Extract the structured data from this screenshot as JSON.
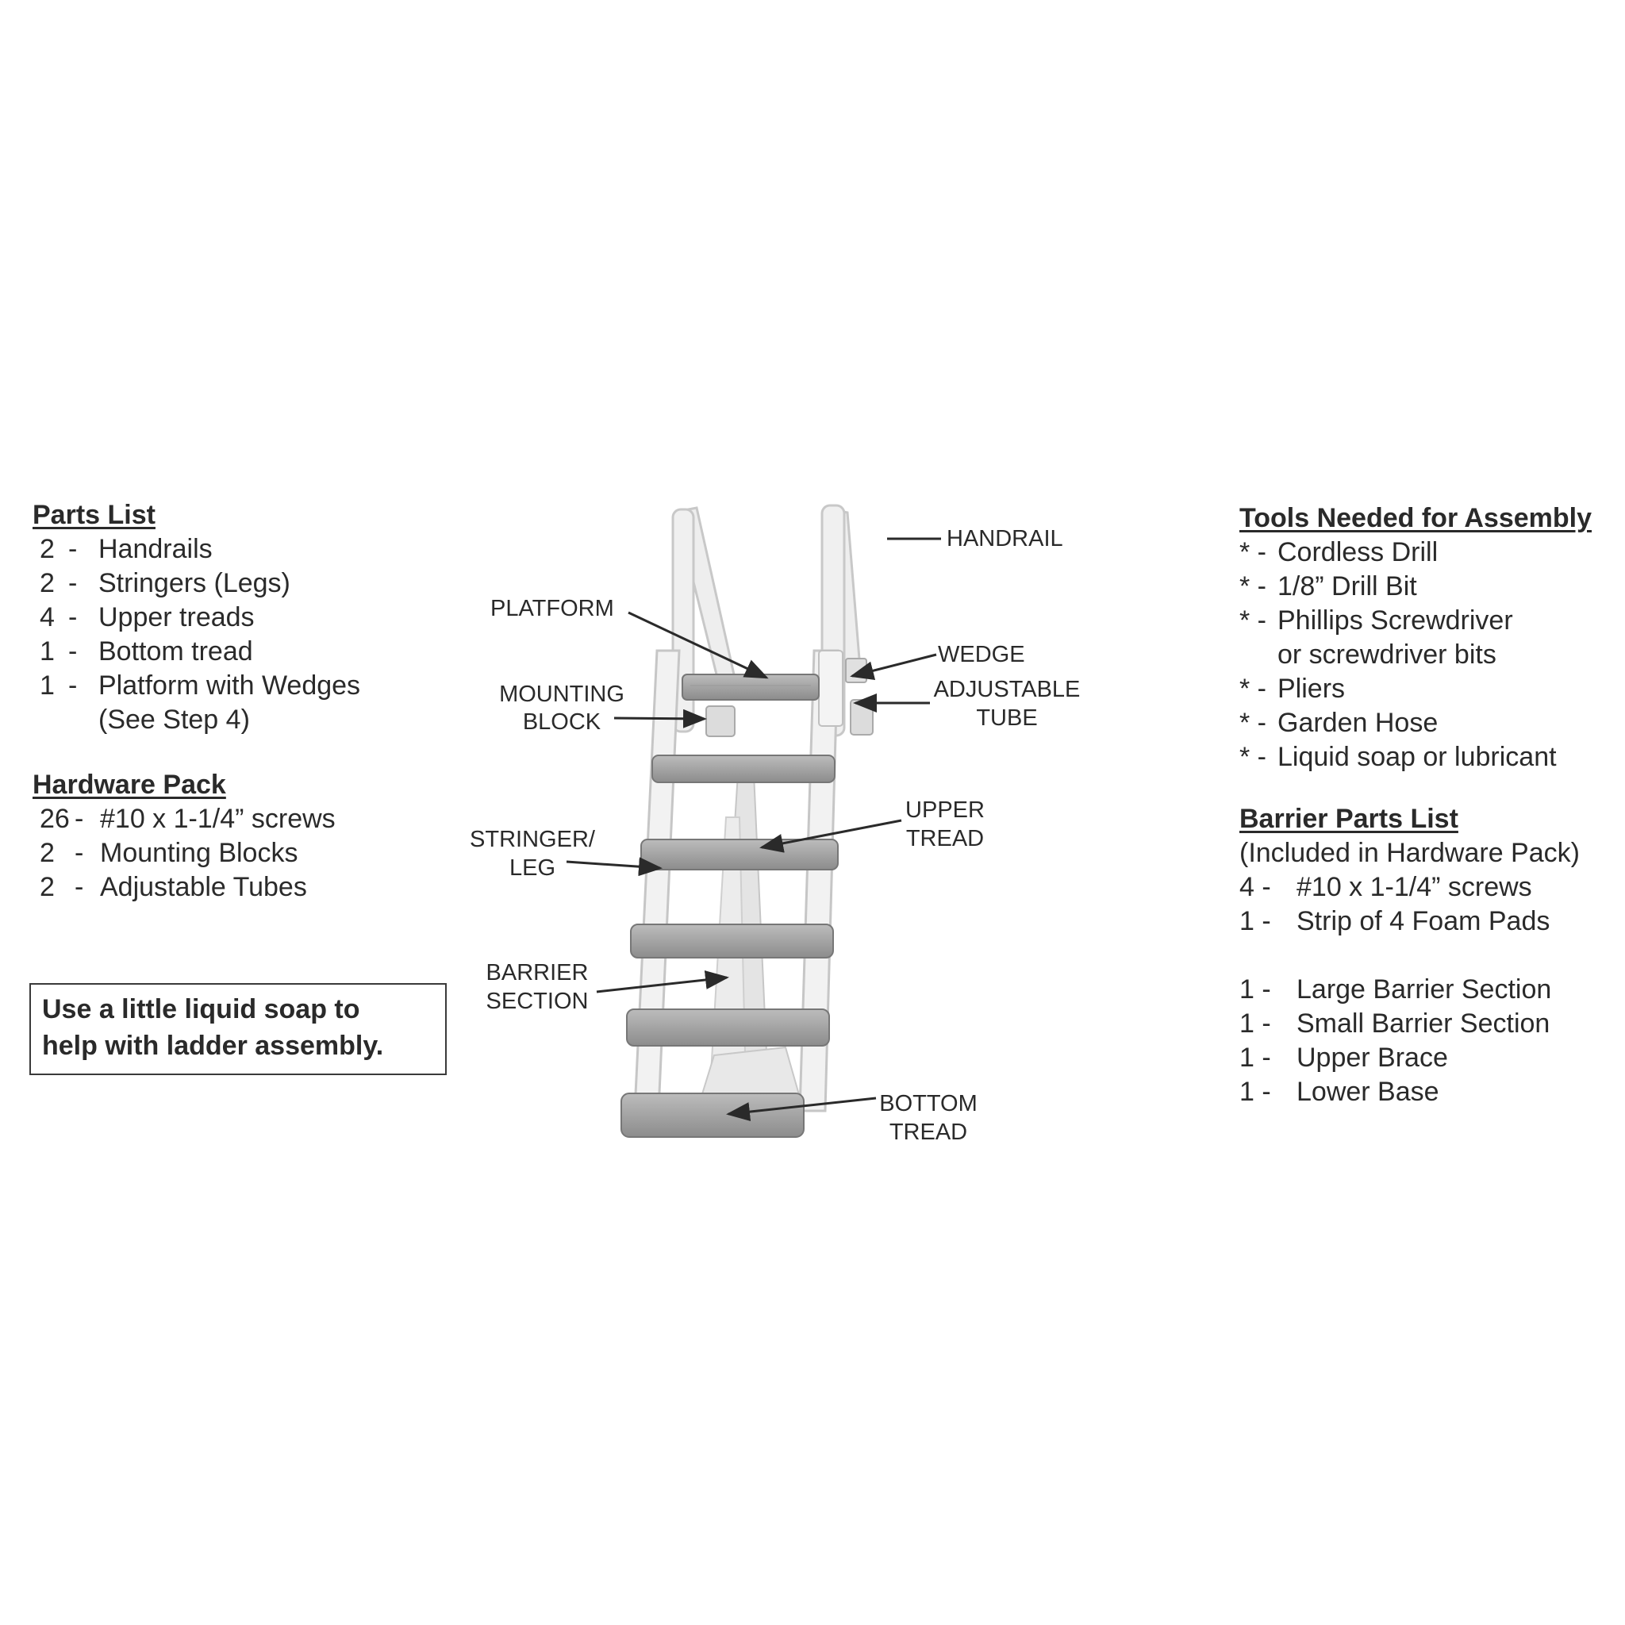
{
  "parts_list": {
    "heading": "Parts List",
    "items": [
      {
        "qty": "2",
        "label": "Handrails"
      },
      {
        "qty": "2",
        "label": "Stringers (Legs)"
      },
      {
        "qty": "4",
        "label": "Upper treads"
      },
      {
        "qty": "1",
        "label": "Bottom tread"
      },
      {
        "qty": "1",
        "label": "Platform with Wedges"
      }
    ],
    "note": "(See Step 4)"
  },
  "hardware_pack": {
    "heading": "Hardware Pack",
    "items": [
      {
        "qty": "26",
        "label": "#10 x 1-1/4” screws"
      },
      {
        "qty": "2",
        "label": "Mounting Blocks"
      },
      {
        "qty": "2",
        "label": "Adjustable Tubes"
      }
    ]
  },
  "tip": "Use a little liquid soap to\nhelp with ladder assembly.",
  "tools": {
    "heading": "Tools Needed for Assembly",
    "items": [
      "Cordless Drill",
      "1/8” Drill Bit",
      "Phillips Screwdriver",
      "Pliers",
      "Garden Hose",
      "Liquid soap or lubricant"
    ],
    "continuation": "or screwdriver bits"
  },
  "barrier_parts": {
    "heading": "Barrier Parts List",
    "subheading": "(Included in Hardware Pack)",
    "items": [
      {
        "qty": "4 -",
        "label": "#10 x 1-1/4” screws"
      },
      {
        "qty": "1 -",
        "label": "Strip of 4 Foam Pads"
      },
      {
        "qty": "1 -",
        "label": "Large Barrier Section"
      },
      {
        "qty": "1 -",
        "label": "Small Barrier Section"
      },
      {
        "qty": "1 -",
        "label": "Upper Brace"
      },
      {
        "qty": "1 -",
        "label": "Lower Base"
      }
    ]
  },
  "callouts": {
    "handrail": "HANDRAIL",
    "platform": "PLATFORM",
    "wedge": "WEDGE",
    "mounting_block": [
      "MOUNTING",
      "BLOCK"
    ],
    "adjustable_tube": [
      "ADJUSTABLE",
      "TUBE"
    ],
    "upper_tread": [
      "UPPER",
      "TREAD"
    ],
    "stringer_leg": [
      "STRINGER/",
      "LEG"
    ],
    "barrier_section": [
      "BARRIER",
      "SECTION"
    ],
    "bottom_tread": [
      "BOTTOM",
      "TREAD"
    ]
  }
}
